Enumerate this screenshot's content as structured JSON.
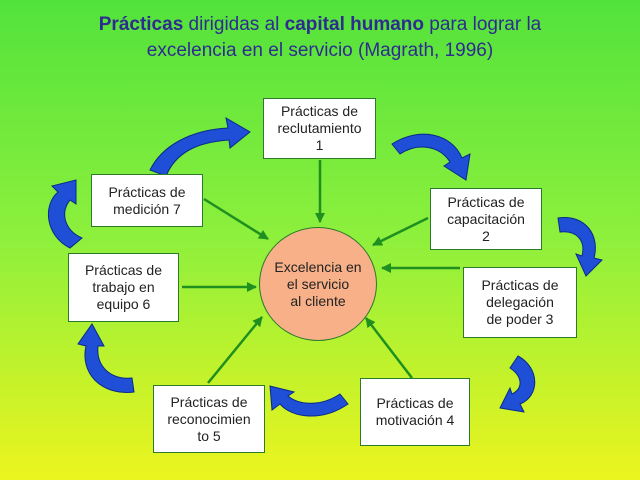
{
  "title": {
    "w1": "Prácticas",
    "w2": " dirigidas al ",
    "w3": "capital humano",
    "w4": " para lograr la",
    "line2": "excelencia  en el servicio (Magrath, 1996)"
  },
  "center": "Excelencia en\nel servicio\nal cliente",
  "practices": [
    {
      "id": "reclutamiento",
      "text": "Prácticas de\nreclutamiento\n1"
    },
    {
      "id": "capacitacion",
      "text": "Prácticas de\ncapacitación\n2"
    },
    {
      "id": "delegacion",
      "text": "Prácticas de\ndelegación\nde poder 3"
    },
    {
      "id": "motivacion",
      "text": "Prácticas de\nmotivación  4"
    },
    {
      "id": "reconocimiento",
      "text": "Prácticas de\nreconocimien\nto    5"
    },
    {
      "id": "trabajo-equipo",
      "text": "Prácticas de\ntrabajo en\nequipo  6"
    },
    {
      "id": "medicion",
      "text": "Prácticas de\nmedición  7"
    }
  ],
  "colors": {
    "title": "#2e2c8f",
    "arrow_green": "#1f8f1f",
    "curved_arrow": "#1f4fd6",
    "center_fill": "#f7b088"
  }
}
